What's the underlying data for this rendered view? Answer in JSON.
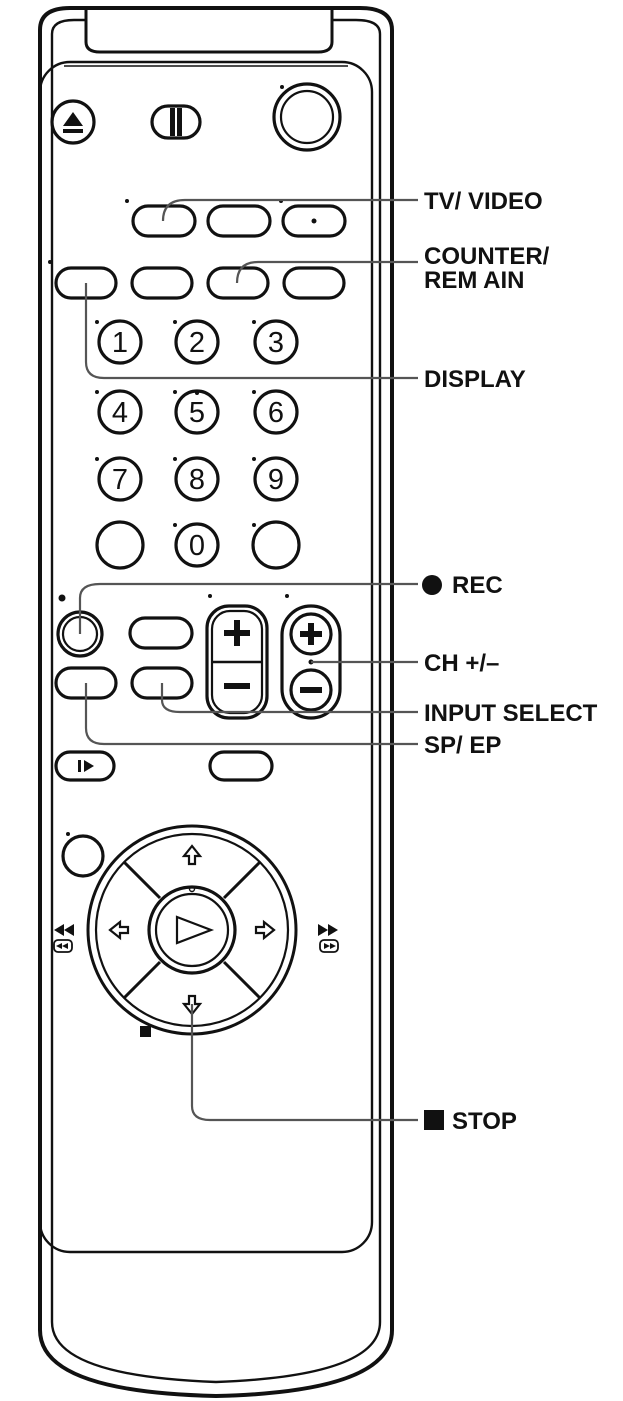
{
  "callouts": {
    "tv_video": "TV/ VIDEO",
    "counter_remain_1": "COUNTER/",
    "counter_remain_2": "REM AIN",
    "display": "DISPLAY",
    "rec": "REC",
    "ch": "CH +/–",
    "input_select": "INPUT SELECT",
    "sp_ep": "SP/ EP",
    "stop": "STOP"
  },
  "keypad": [
    "1",
    "2",
    "3",
    "4",
    "5",
    "6",
    "7",
    "8",
    "9",
    "0"
  ],
  "colors": {
    "ink": "#111111",
    "leader": "#555555",
    "paper": "#ffffff"
  }
}
